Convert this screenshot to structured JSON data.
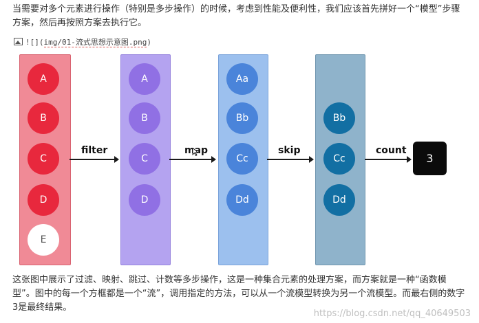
{
  "paragraph_top": "当需要对多个元素进行操作（特别是多步操作）的时候，考虑到性能及便利性，我们应该首先拼好一个“模型”步骤方案，然后再按照方案去执行它。",
  "image_line": {
    "prefix": "![](",
    "path": "img/01-流式思想示意图.png",
    "suffix": ")"
  },
  "diagram": {
    "stage1": [
      "A",
      "B",
      "C",
      "D",
      "E"
    ],
    "stage2": [
      "A",
      "B",
      "C",
      "D"
    ],
    "stage3": [
      "Aa",
      "Bb",
      "Cc",
      "Dd"
    ],
    "stage4": [
      "Bb",
      "Cc",
      "Dd"
    ],
    "operations": [
      "filter",
      "map",
      "skip",
      "count"
    ],
    "result": "3"
  },
  "paragraph_bottom": "这张图中展示了过滤、映射、跳过、计数等多步操作，这是一种集合元素的处理方案，而方案就是一种“函数模型”。图中的每一个方框都是一个“流”，调用指定的方法，可以从一个流模型转换为另一个流模型。而最右侧的数字3是最终结果。",
  "watermark": "https://blog.csdn.net/qq_40649503",
  "colors": {
    "stage1_node": "#e8283d",
    "stage2_node": "#9070e4",
    "stage3_node": "#4a84da",
    "stage4_node": "#126fa3",
    "result_box": "#0b0b0b"
  }
}
